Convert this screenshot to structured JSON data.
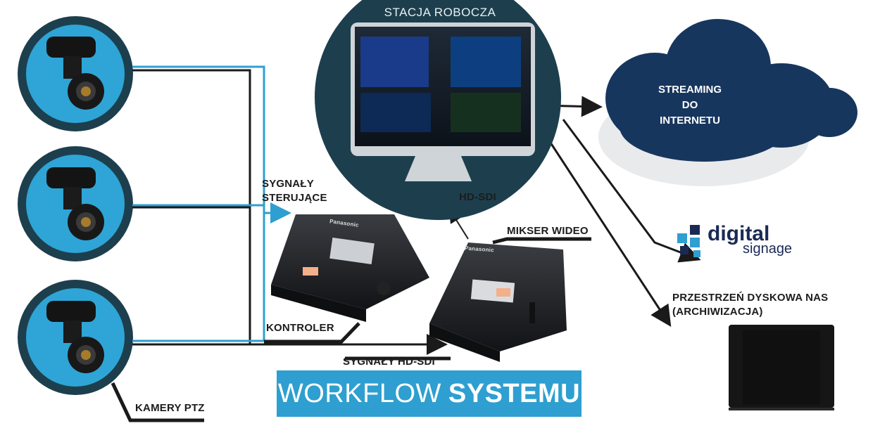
{
  "labels": {
    "workstation": "STACJA ROBOCZA",
    "streaming_line1": "STREAMING",
    "streaming_line2": "DO",
    "streaming_line3": "INTERNETU",
    "hd_sdi": "HD-SDI",
    "control_signals_line1": "SYGNAŁY",
    "control_signals_line2": "STERUJĄCE",
    "video_mixer": "MIKSER WIDEO",
    "controller": "KONTROLER",
    "hd_sdi_signals": "SYGNAŁY HD-SDI",
    "ptz_cameras": "KAMERY PTZ",
    "nas_line1": "PRZESTRZEŃ DYSKOWA NAS",
    "nas_line2": "(ARCHIWIZACJA)",
    "digital_signage_word1": "digital",
    "digital_signage_word2": "signage"
  },
  "title": {
    "normal": "WORKFLOW",
    "bold": "SYSTEMU"
  },
  "device_brand": "Panasonic",
  "colors": {
    "accent_blue": "#2e9fd0",
    "dark_navy": "#1d3f4d",
    "cloud_blue": "#17365d",
    "line_dark": "#1a1a1a"
  }
}
